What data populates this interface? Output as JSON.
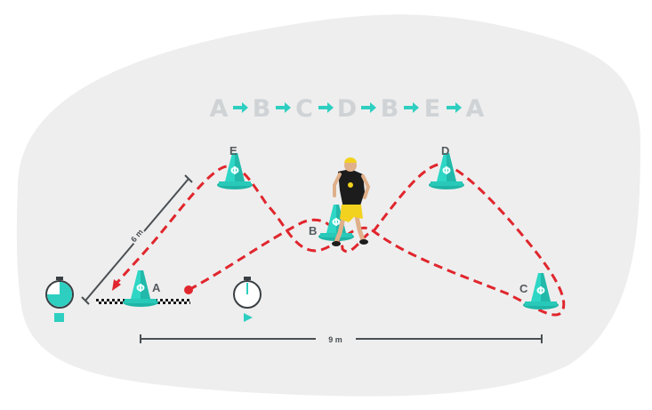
{
  "sequence": [
    "A",
    "B",
    "C",
    "D",
    "B",
    "E",
    "A"
  ],
  "cones": [
    {
      "label": "A",
      "id": "cone-a"
    },
    {
      "label": "B",
      "id": "cone-b"
    },
    {
      "label": "C",
      "id": "cone-c"
    },
    {
      "label": "D",
      "id": "cone-d"
    },
    {
      "label": "E",
      "id": "cone-e"
    }
  ],
  "cone_symbol": "Φ",
  "dimensions": {
    "diagonal": "6 m",
    "width": "9 m"
  },
  "icons": {
    "stopwatch_finish": "stopwatch-stop-icon",
    "stopwatch_start": "stopwatch-start-icon",
    "player": "sprinting-player-figure"
  },
  "colors": {
    "accent": "#2ecfc0",
    "path": "#e0262d",
    "sequence_letters": "#cfd3d6",
    "background_blob": "#eeeeee"
  }
}
